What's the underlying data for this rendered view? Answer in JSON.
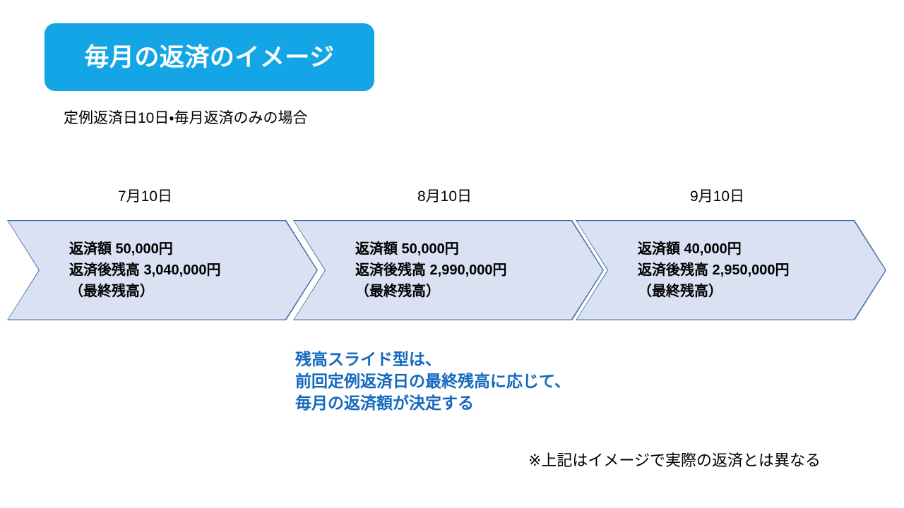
{
  "slide": {
    "title": "毎月の返済のイメージ",
    "subtitle": "定例返済日10日・毎月返済のみの場合",
    "footnote": "※上記はイメージで実際の返済とは異なる"
  },
  "colors": {
    "banner_bg": "#13a5e5",
    "banner_text": "#ffffff",
    "chevron_fill": "#d9e1f2",
    "chevron_outline": "#4472a8",
    "callout_text": "#1469be",
    "body_text": "#000000",
    "page_bg": "#ffffff"
  },
  "timeline": {
    "dates": [
      {
        "label": "7月10日"
      },
      {
        "label": "8月10日"
      },
      {
        "label": "9月10日"
      }
    ],
    "steps": [
      {
        "date": "7月10日",
        "repayment_line": "返済額 50,000円",
        "balance_line": "返済後残高 3,040,000円",
        "note_line": "（最終残高）",
        "repayment_amount": "50,000円",
        "remaining_balance": "3,040,000円"
      },
      {
        "date": "8月10日",
        "repayment_line": "返済額 50,000円",
        "balance_line": "返済後残高 2,990,000円",
        "note_line": "（最終残高）",
        "repayment_amount": "50,000円",
        "remaining_balance": "2,990,000円"
      },
      {
        "date": "9月10日",
        "repayment_line": "返済額 40,000円",
        "balance_line": "返済後残高 2,950,000円",
        "note_line": "（最終残高）",
        "repayment_amount": "40,000円",
        "remaining_balance": "2,950,000円"
      }
    ]
  },
  "callout": {
    "line1": "残高スライド型は、",
    "line2": "前回定例返済日の最終残高に応じて、",
    "line3": "毎月の返済額が決定する"
  }
}
